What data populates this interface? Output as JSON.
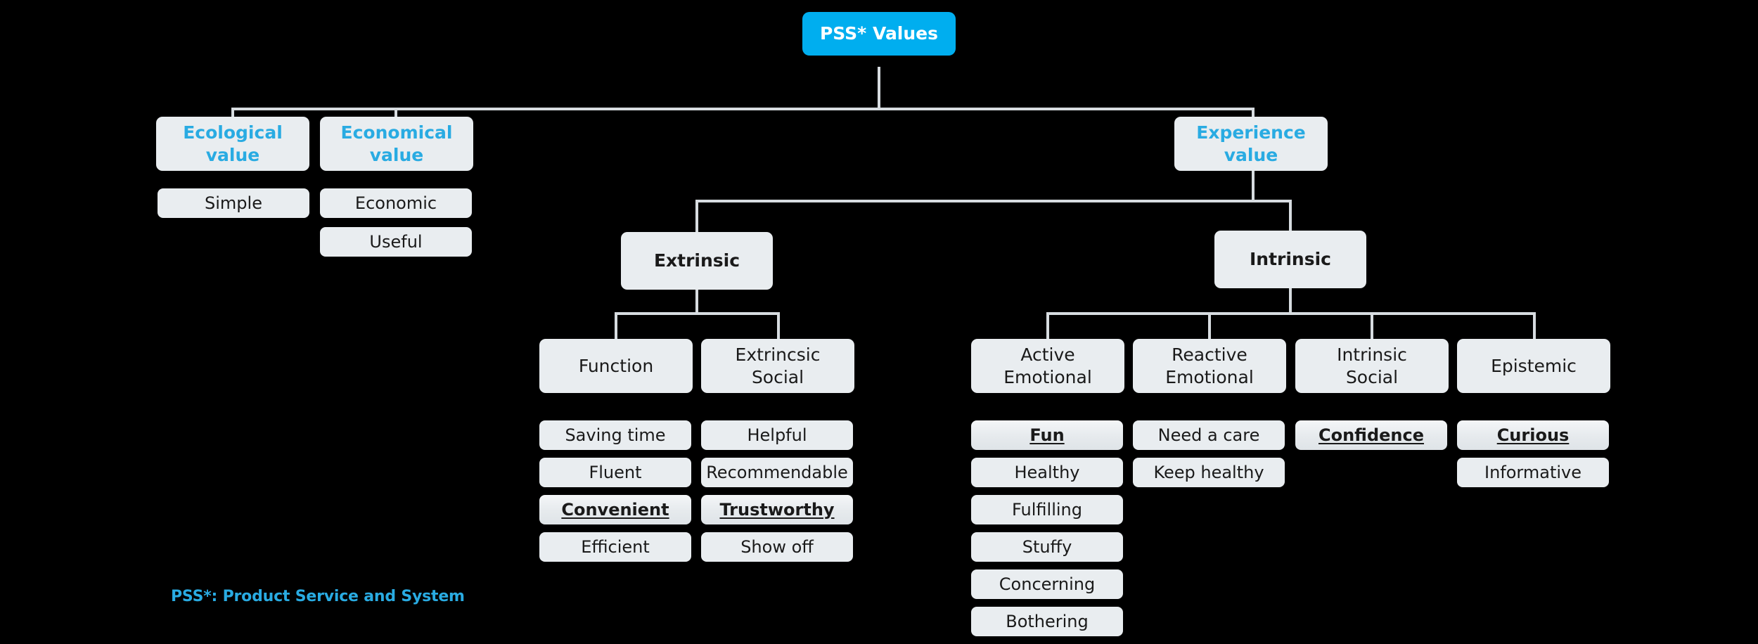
{
  "diagram": {
    "title": "PSS* Values",
    "footnote": "PSS*: Product Service and System",
    "colors": {
      "background": "#000000",
      "root_fill": "#00AEEF",
      "root_text": "#FFFFFF",
      "node_fill": "#E9EDF0",
      "branch_text": "#29ABE2",
      "node_text": "#1A1A1A",
      "edge": "#D7DCE0",
      "highlight_fill": "#EEF1F3"
    }
  },
  "nodes": {
    "root": {
      "label": "PSS* Values"
    },
    "level2": [
      {
        "label_line1": "Ecological",
        "label_line2": "value"
      },
      {
        "label_line1": "Economical",
        "label_line2": "value"
      },
      {
        "label_line1": "Experience",
        "label_line2": "value"
      }
    ],
    "level3": [
      {
        "label": "Extrinsic"
      },
      {
        "label": "Intrinsic"
      }
    ],
    "categories": [
      {
        "label_line1": "Function",
        "label_line2": ""
      },
      {
        "label_line1": "Extrincsic",
        "label_line2": "Social"
      },
      {
        "label_line1": "Active",
        "label_line2": "Emotional"
      },
      {
        "label_line1": "Reactive",
        "label_line2": "Emotional"
      },
      {
        "label_line1": "Intrinsic",
        "label_line2": "Social"
      },
      {
        "label_line1": "Epistemic",
        "label_line2": ""
      }
    ]
  },
  "leaf_columns": [
    {
      "column": "ecological",
      "items": [
        {
          "label": "Simple",
          "highlighted": false
        }
      ]
    },
    {
      "column": "economical",
      "items": [
        {
          "label": "Economic",
          "highlighted": false
        },
        {
          "label": "Useful",
          "highlighted": false
        }
      ]
    },
    {
      "column": "function",
      "items": [
        {
          "label": "Saving time",
          "highlighted": false
        },
        {
          "label": "Fluent",
          "highlighted": false
        },
        {
          "label": "Convenient",
          "highlighted": true
        },
        {
          "label": "Efficient",
          "highlighted": false
        }
      ]
    },
    {
      "column": "extrincsic-social",
      "items": [
        {
          "label": "Helpful",
          "highlighted": false
        },
        {
          "label": "Recommendable",
          "highlighted": false
        },
        {
          "label": "Trustworthy",
          "highlighted": true
        },
        {
          "label": "Show off",
          "highlighted": false
        }
      ]
    },
    {
      "column": "active-emotional",
      "items": [
        {
          "label": "Fun",
          "highlighted": true
        },
        {
          "label": "Healthy",
          "highlighted": false
        },
        {
          "label": "Fulfilling",
          "highlighted": false
        },
        {
          "label": "Stuffy",
          "highlighted": false
        },
        {
          "label": "Concerning",
          "highlighted": false
        },
        {
          "label": "Bothering",
          "highlighted": false
        }
      ]
    },
    {
      "column": "reactive-emotional",
      "items": [
        {
          "label": "Need a care",
          "highlighted": false
        },
        {
          "label": "Keep healthy",
          "highlighted": false
        }
      ]
    },
    {
      "column": "intrinsic-social",
      "items": [
        {
          "label": "Confidence",
          "highlighted": true
        }
      ]
    },
    {
      "column": "epistemic",
      "items": [
        {
          "label": "Curious",
          "highlighted": true
        },
        {
          "label": "Informative",
          "highlighted": false
        }
      ]
    }
  ]
}
